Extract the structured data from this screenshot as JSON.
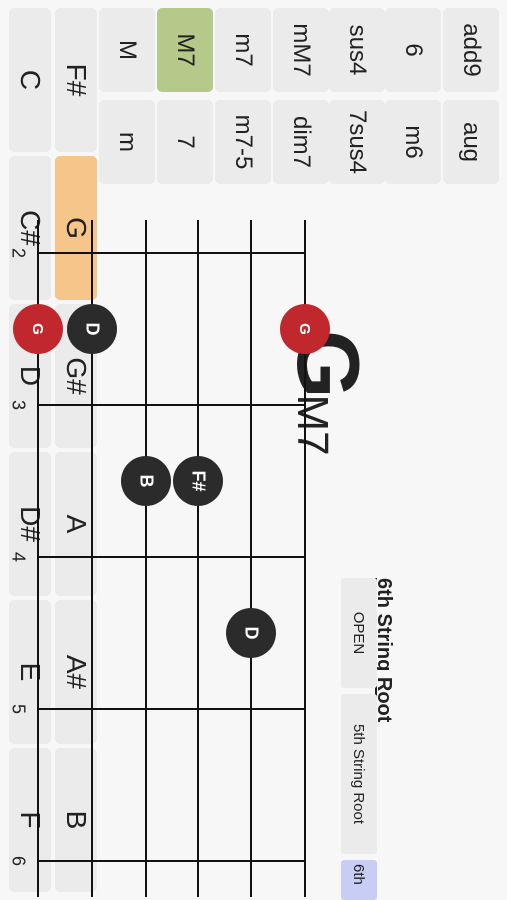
{
  "root_notes": {
    "row1": [
      "C",
      "D",
      "E",
      "F"
    ],
    "row1_sharps": [
      "C#",
      "D#"
    ],
    "row2": [
      "F#",
      "G",
      "G#",
      "A",
      "A#",
      "B"
    ],
    "selected": "G"
  },
  "chord_types": {
    "row1": [
      "M",
      "M7",
      "m7",
      "mM7",
      "sus4",
      "6",
      "add9"
    ],
    "row2": [
      "m",
      "7",
      "m7-5",
      "dim7",
      "7sus4",
      "m6",
      "aug"
    ],
    "selected": "M7"
  },
  "chord_display": {
    "root": "G",
    "type": "M7"
  },
  "position": {
    "title": "6th String Root",
    "buttons": [
      "OPEN",
      "5th String Root",
      "6th"
    ],
    "selected": "6th"
  },
  "fretboard": {
    "fret_numbers": [
      "2",
      "3",
      "4",
      "5",
      "6"
    ],
    "notes": [
      {
        "string": 1,
        "fret": 2,
        "label": "G",
        "root": true
      },
      {
        "string": 2,
        "fret": 2,
        "label": "D",
        "root": false
      },
      {
        "string": 3,
        "fret": 3,
        "label": "B",
        "root": false
      },
      {
        "string": 4,
        "fret": 3,
        "label": "F#",
        "root": false
      },
      {
        "string": 5,
        "fret": 4,
        "label": "D",
        "root": false
      },
      {
        "string": 6,
        "fret": 2,
        "label": "G",
        "root": true
      }
    ],
    "colors": {
      "root": "#c0282d",
      "note": "#2b2b2b"
    }
  }
}
